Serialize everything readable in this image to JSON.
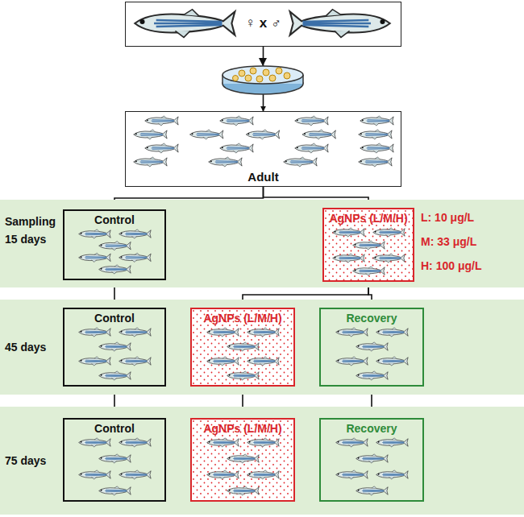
{
  "diagram": {
    "nodes": [
      {
        "text": [
          "♀ x ♂"
        ]
      },
      {
        "text": [
          "Adult"
        ]
      },
      {
        "text": [
          "Sampling 15 days"
        ]
      },
      {
        "text": [
          "Control"
        ],
        "in": 2
      },
      {
        "text": [
          "AgNPs (L/M/H)"
        ],
        "in": 2
      },
      {
        "text": [
          "45 days"
        ]
      },
      {
        "text": [
          "Control"
        ],
        "in": 5
      },
      {
        "text": [
          "AgNPs (L/M/H)"
        ],
        "in": 5
      },
      {
        "text": [
          "Recovery"
        ],
        "in": 5
      },
      {
        "text": [
          "75 days"
        ]
      },
      {
        "text": [
          "Control"
        ],
        "in": 9
      },
      {
        "text": [
          "AgNPs (L/M/H)"
        ],
        "in": 9
      },
      {
        "text": [
          "Recovery"
        ],
        "in": 9
      }
    ],
    "edges": [
      {
        "from": 0,
        "to": 1,
        "arrow": "to"
      },
      {
        "from": 1,
        "to": 3,
        "arrow": "to"
      },
      {
        "from": 1,
        "to": 4,
        "arrow": "to"
      },
      {
        "from": 3,
        "to": 6,
        "arrow": "to"
      },
      {
        "from": 4,
        "to": 7,
        "arrow": "to"
      },
      {
        "from": 4,
        "to": 8,
        "arrow": "to"
      },
      {
        "from": 6,
        "to": 10,
        "arrow": "to"
      },
      {
        "from": 7,
        "to": 11,
        "arrow": "to"
      },
      {
        "from": 8,
        "to": 12,
        "arrow": "to"
      }
    ],
    "labels": [
      "L: 10 μg/L",
      "M: 33 μg/L",
      "H: 100 μg/L"
    ]
  }
}
